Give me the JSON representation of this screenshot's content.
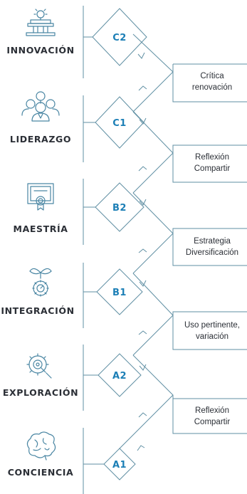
{
  "colors": {
    "line": "#5f8fa3",
    "level_code": "#1c7fb6",
    "stage_name": "#2b2f36",
    "icon": "#4a86a3"
  },
  "stages": [
    {
      "name": "INNOVACIÓN",
      "level": "C2",
      "icon": "podium-lightbulb-icon"
    },
    {
      "name": "LIDERAZGO",
      "level": "C1",
      "icon": "team-leader-lightbulb-icon"
    },
    {
      "name": "MAESTRÍA",
      "level": "B2",
      "icon": "certificate-icon"
    },
    {
      "name": "INTEGRACIÓN",
      "level": "B1",
      "icon": "plant-gear-icon"
    },
    {
      "name": "EXPLORACIÓN",
      "level": "A2",
      "icon": "gear-magnifier-icon"
    },
    {
      "name": "CONCIENCIA",
      "level": "A1",
      "icon": "brain-icon"
    }
  ],
  "transitions": [
    {
      "line1": "Crítica",
      "line2": "renovación"
    },
    {
      "line1": "Reflexión",
      "line2": "Compartir"
    },
    {
      "line1": "Estrategia",
      "line2": "Diversificación"
    },
    {
      "line1": "Uso pertinente,",
      "line2": "variación"
    },
    {
      "line1": "Reflexión",
      "line2": "Compartir"
    }
  ]
}
